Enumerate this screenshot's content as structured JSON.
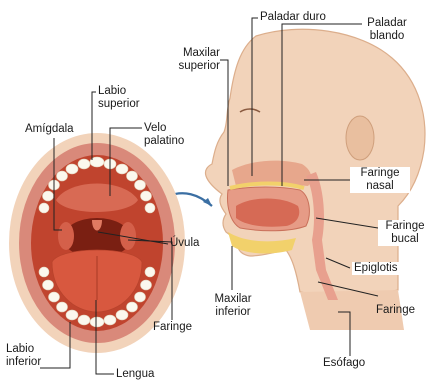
{
  "labels": {
    "paladar_duro": "Paladar duro",
    "paladar_blando_1": "Paladar",
    "paladar_blando_2": "blando",
    "maxilar_superior_1": "Maxilar",
    "maxilar_superior_2": "superior",
    "labio_superior_1": "Labio",
    "labio_superior_2": "superior",
    "amigdala": "Amígdala",
    "velo_palatino_1": "Velo",
    "velo_palatino_2": "palatino",
    "faringe_nasal_1": "Faringe",
    "faringe_nasal_2": "nasal",
    "faringe_bucal_1": "Faringe",
    "faringe_bucal_2": "bucal",
    "uvula": "Úvula",
    "epiglotis": "Epiglotis",
    "maxilar_inferior_1": "Maxilar",
    "maxilar_inferior_2": "inferior",
    "faringe_mouth": "Faringe",
    "faringe_neck": "Faringe",
    "labio_inferior_1": "Labio",
    "labio_inferior_2": "inferior",
    "lengua": "Lengua",
    "esofago": "Esófago"
  },
  "colors": {
    "skin": "#f2d3ba",
    "skin_shadow": "#e3b898",
    "lip": "#d9897a",
    "mouth_inner": "#c0442e",
    "throat_dark": "#7a1f12",
    "tongue": "#d8583f",
    "tooth": "#fbf8ee",
    "leader_line": "#222222",
    "arrow": "#3b6fa3",
    "bone_yellow": "#f2d16b",
    "muscle_pink": "#e8a08e"
  }
}
